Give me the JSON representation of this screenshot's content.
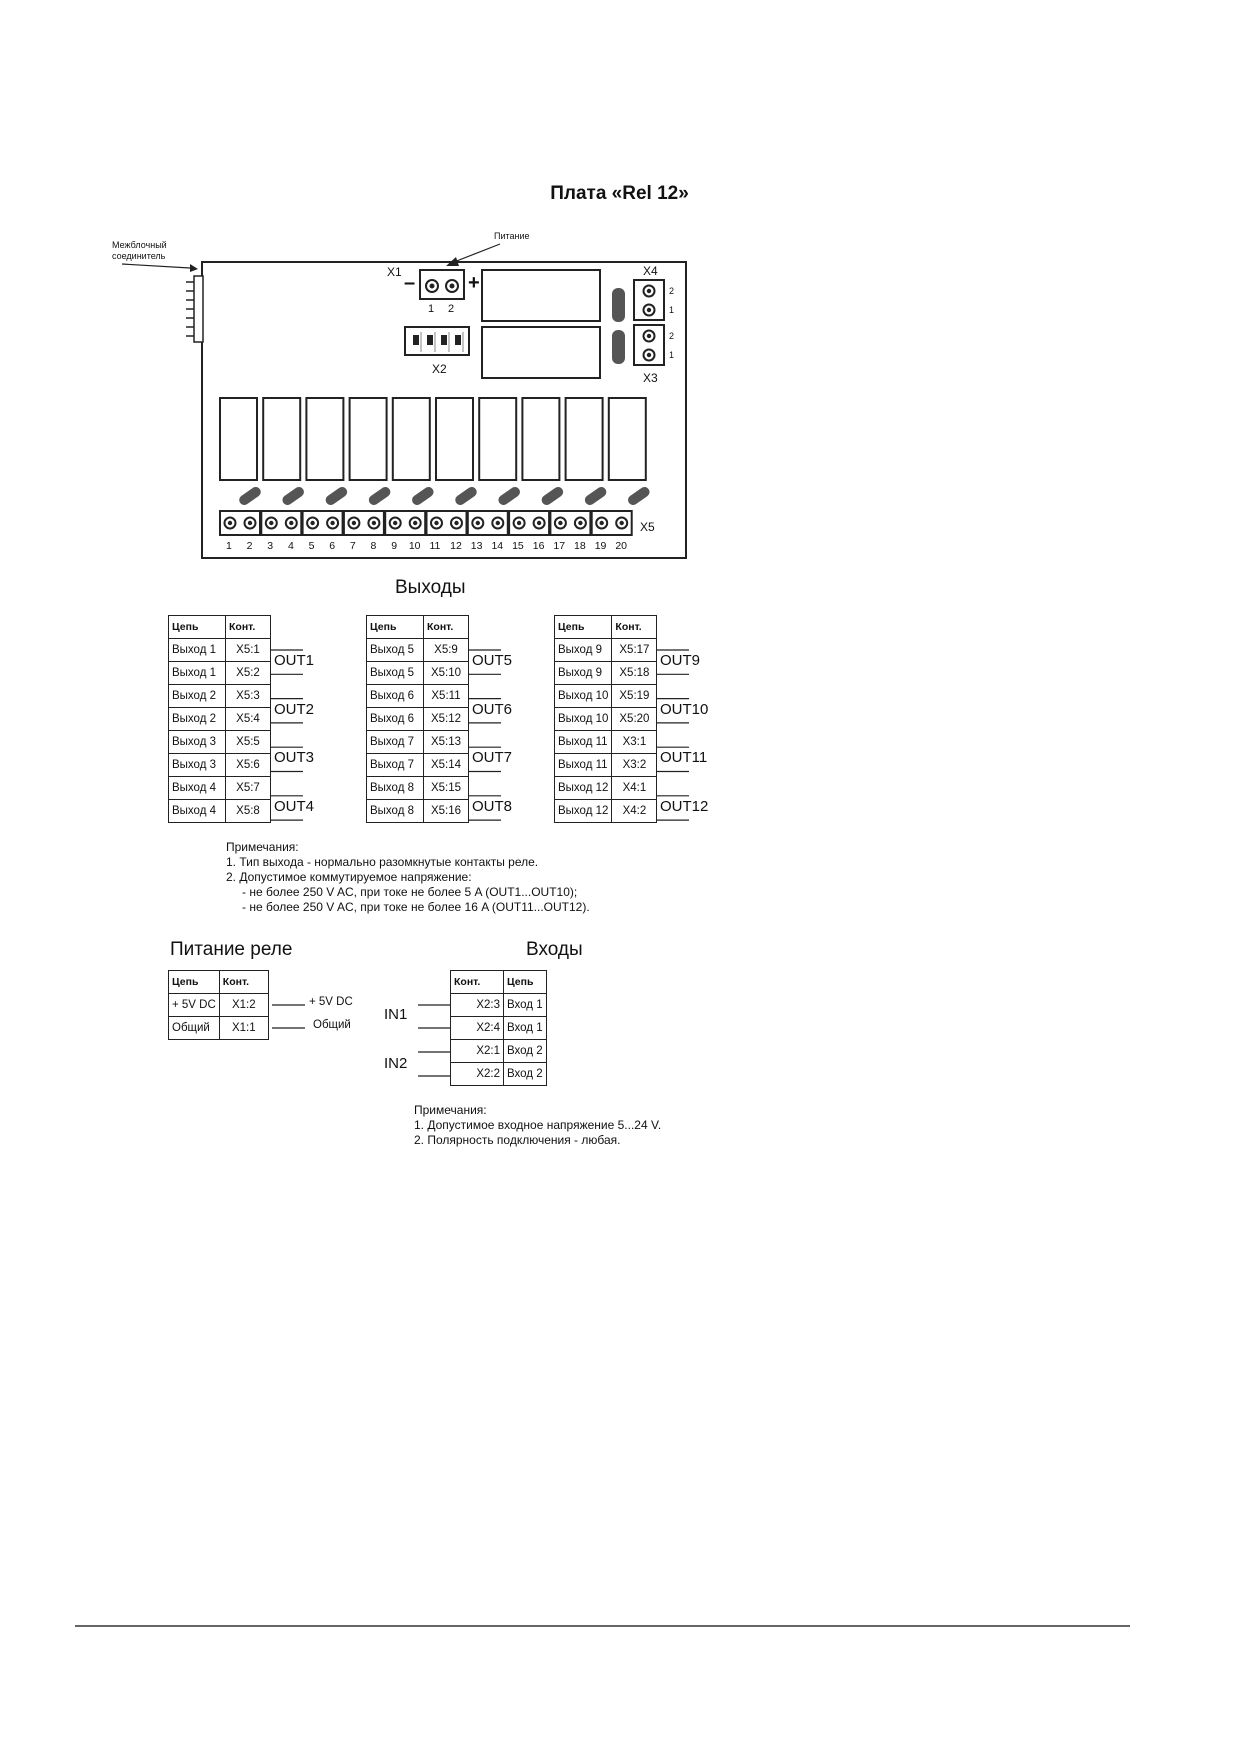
{
  "board_title": "Плата «Rel 12»",
  "board": {
    "interboard_connector_label": [
      "Межблочный",
      "соединитель"
    ],
    "power_label": "Питание",
    "x1": "X1",
    "x2": "X2",
    "x3": "X3",
    "x4": "X4",
    "x5": "X5",
    "minus": "–",
    "plus": "+",
    "x1_pins": [
      "1",
      "2"
    ],
    "x3_pins": [
      "2",
      "1"
    ],
    "x4_pins": [
      "2",
      "1"
    ],
    "x5_pins": [
      "1",
      "2",
      "3",
      "4",
      "5",
      "6",
      "7",
      "8",
      "9",
      "10",
      "11",
      "12",
      "13",
      "14",
      "15",
      "16",
      "17",
      "18",
      "19",
      "20"
    ]
  },
  "outputs": {
    "title": "Выходы",
    "headers": [
      "Цепь",
      "Конт."
    ],
    "groups": [
      {
        "rows": [
          [
            "Выход 1",
            "X5:1"
          ],
          [
            "Выход 1",
            "X5:2"
          ],
          [
            "Выход 2",
            "X5:3"
          ],
          [
            "Выход 2",
            "X5:4"
          ],
          [
            "Выход 3",
            "X5:5"
          ],
          [
            "Выход 3",
            "X5:6"
          ],
          [
            "Выход 4",
            "X5:7"
          ],
          [
            "Выход 4",
            "X5:8"
          ]
        ],
        "labels": [
          "OUT1",
          "OUT2",
          "OUT3",
          "OUT4"
        ]
      },
      {
        "rows": [
          [
            "Выход 5",
            "X5:9"
          ],
          [
            "Выход 5",
            "X5:10"
          ],
          [
            "Выход 6",
            "X5:11"
          ],
          [
            "Выход 6",
            "X5:12"
          ],
          [
            "Выход 7",
            "X5:13"
          ],
          [
            "Выход 7",
            "X5:14"
          ],
          [
            "Выход 8",
            "X5:15"
          ],
          [
            "Выход 8",
            "X5:16"
          ]
        ],
        "labels": [
          "OUT5",
          "OUT6",
          "OUT7",
          "OUT8"
        ]
      },
      {
        "rows": [
          [
            "Выход 9",
            "X5:17"
          ],
          [
            "Выход 9",
            "X5:18"
          ],
          [
            "Выход 10",
            "X5:19"
          ],
          [
            "Выход 10",
            "X5:20"
          ],
          [
            "Выход 11",
            "X3:1"
          ],
          [
            "Выход 11",
            "X3:2"
          ],
          [
            "Выход 12",
            "X4:1"
          ],
          [
            "Выход 12",
            "X4:2"
          ]
        ],
        "labels": [
          "OUT9",
          "OUT10",
          "OUT11",
          "OUT12"
        ]
      }
    ],
    "notes": [
      "Примечания:",
      "1. Тип выхода - нормально разомкнутые контакты реле.",
      "2. Допустимое коммутируемое напряжение:",
      "- не более 250 V AC, при токе не более 5 A (OUT1...OUT10);",
      "- не более 250 V AC, при токе не более 16 A (OUT11...OUT12)."
    ]
  },
  "relay_power": {
    "title": "Питание реле",
    "headers": [
      "Цепь",
      "Конт."
    ],
    "rows": [
      [
        "+ 5V DC",
        "X1:2"
      ],
      [
        "Общий",
        "X1:1"
      ]
    ],
    "labels": [
      "+ 5V DC",
      "Общий"
    ]
  },
  "inputs": {
    "title": "Входы",
    "headers": [
      "Конт.",
      "Цепь"
    ],
    "rows": [
      [
        "X2:3",
        "Вход 1"
      ],
      [
        "X2:4",
        "Вход 1"
      ],
      [
        "X2:1",
        "Вход 2"
      ],
      [
        "X2:2",
        "Вход 2"
      ]
    ],
    "labels": [
      "IN1",
      "IN2"
    ],
    "notes": [
      "Примечания:",
      "1. Допустимое входное напряжение 5...24 V.",
      "2. Полярность подключения - любая."
    ]
  }
}
